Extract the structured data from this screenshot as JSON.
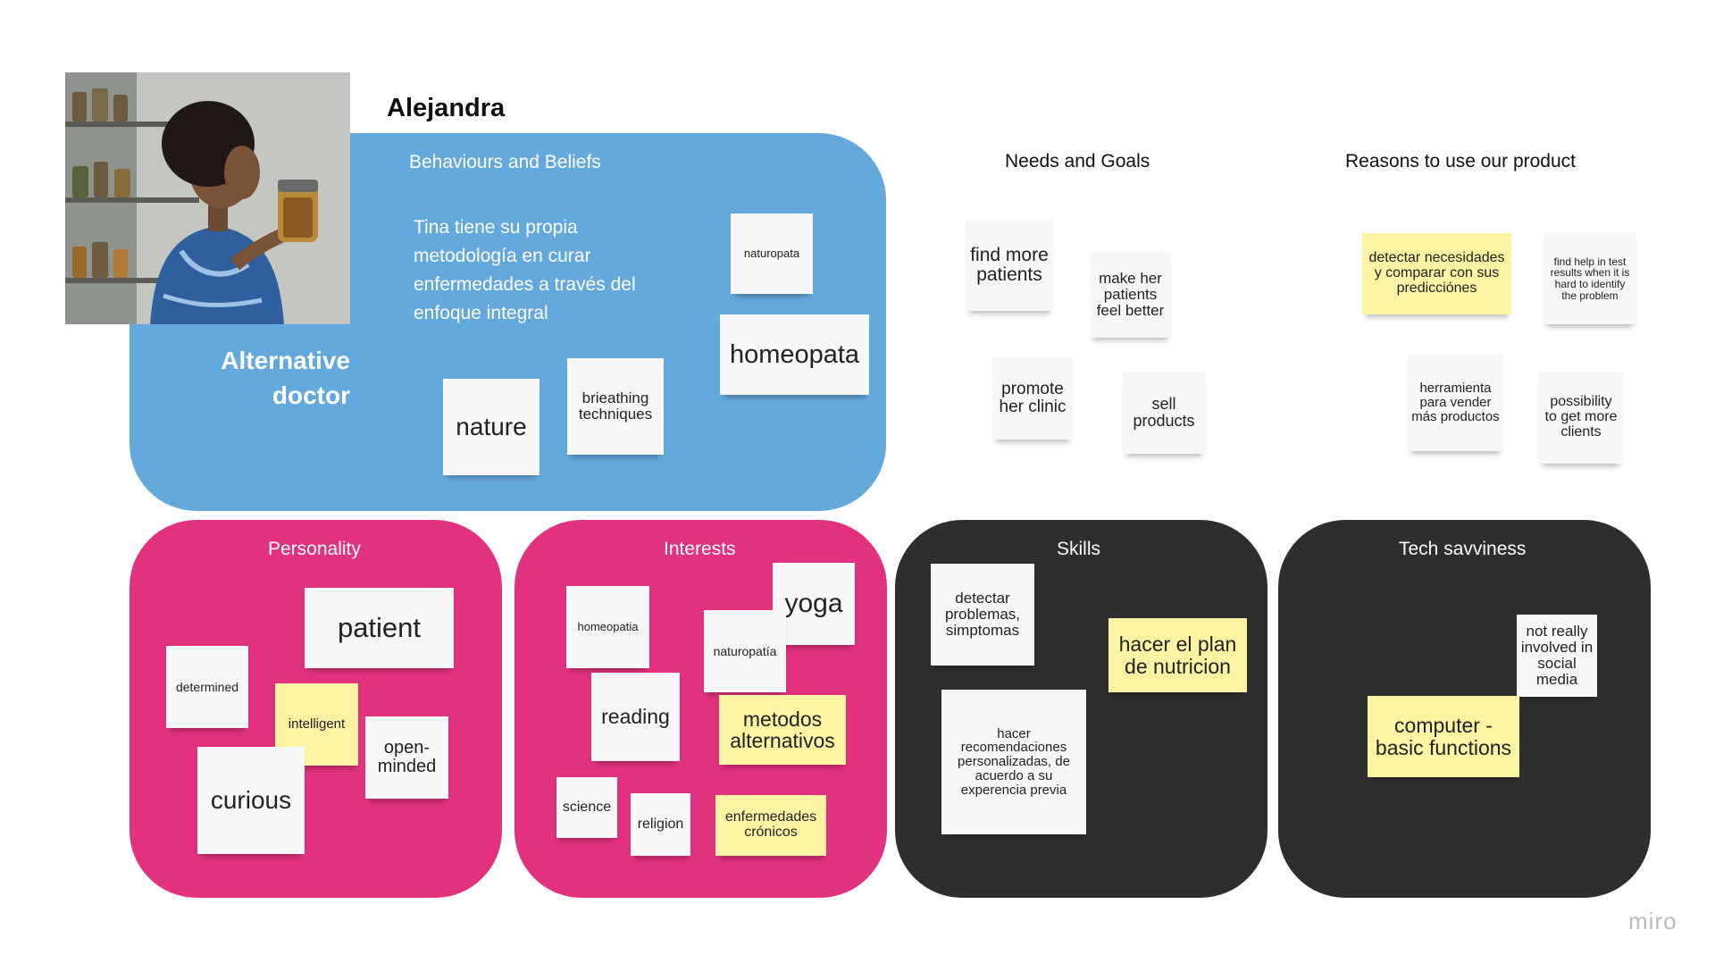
{
  "persona": {
    "name": "Alejandra",
    "role_line1": "Alternative",
    "role_line2": "doctor"
  },
  "behaviours": {
    "title": "Behaviours and Beliefs",
    "description": "Tina tiene su propia metodología en curar enfermedades a través del enfoque integral",
    "notes": [
      "naturopata",
      "homeopata",
      "nature",
      "brieathing techniques"
    ]
  },
  "needs": {
    "title": "Needs and Goals",
    "notes": [
      "find more patients",
      "make her patients feel better",
      "promote her clinic",
      "sell products"
    ]
  },
  "reasons": {
    "title": "Reasons to use our product",
    "notes": [
      "detectar necesidades y comparar con sus predicciónes",
      "find help in test results when it is hard to identify the problem",
      "herramienta para vender más productos",
      "possibility to get more clients"
    ]
  },
  "personality": {
    "title": "Personality",
    "notes": [
      "patient",
      "determined",
      "intelligent",
      "open-minded",
      "curious"
    ]
  },
  "interests": {
    "title": "Interests",
    "notes": [
      "yoga",
      "homeopatia",
      "naturopatía",
      "reading",
      "metodos alternativos",
      "science",
      "religion",
      "enfermedades crónicos"
    ]
  },
  "skills": {
    "title": "Skills",
    "notes": [
      "detectar problemas, simptomas",
      "hacer el plan de nutricion",
      "hacer recomendaciones personalizadas, de acuerdo a su experencia previa"
    ]
  },
  "tech": {
    "title": "Tech savviness",
    "notes": [
      "not really involved in social media",
      "computer - basic functions"
    ]
  },
  "branding": {
    "logo": "miro"
  },
  "colors": {
    "blue": "#64a9dd",
    "pink": "#e2317e",
    "dark": "#2e2e2e",
    "yellow_note": "#fcf4a3",
    "white_note": "#f7f7f7"
  }
}
